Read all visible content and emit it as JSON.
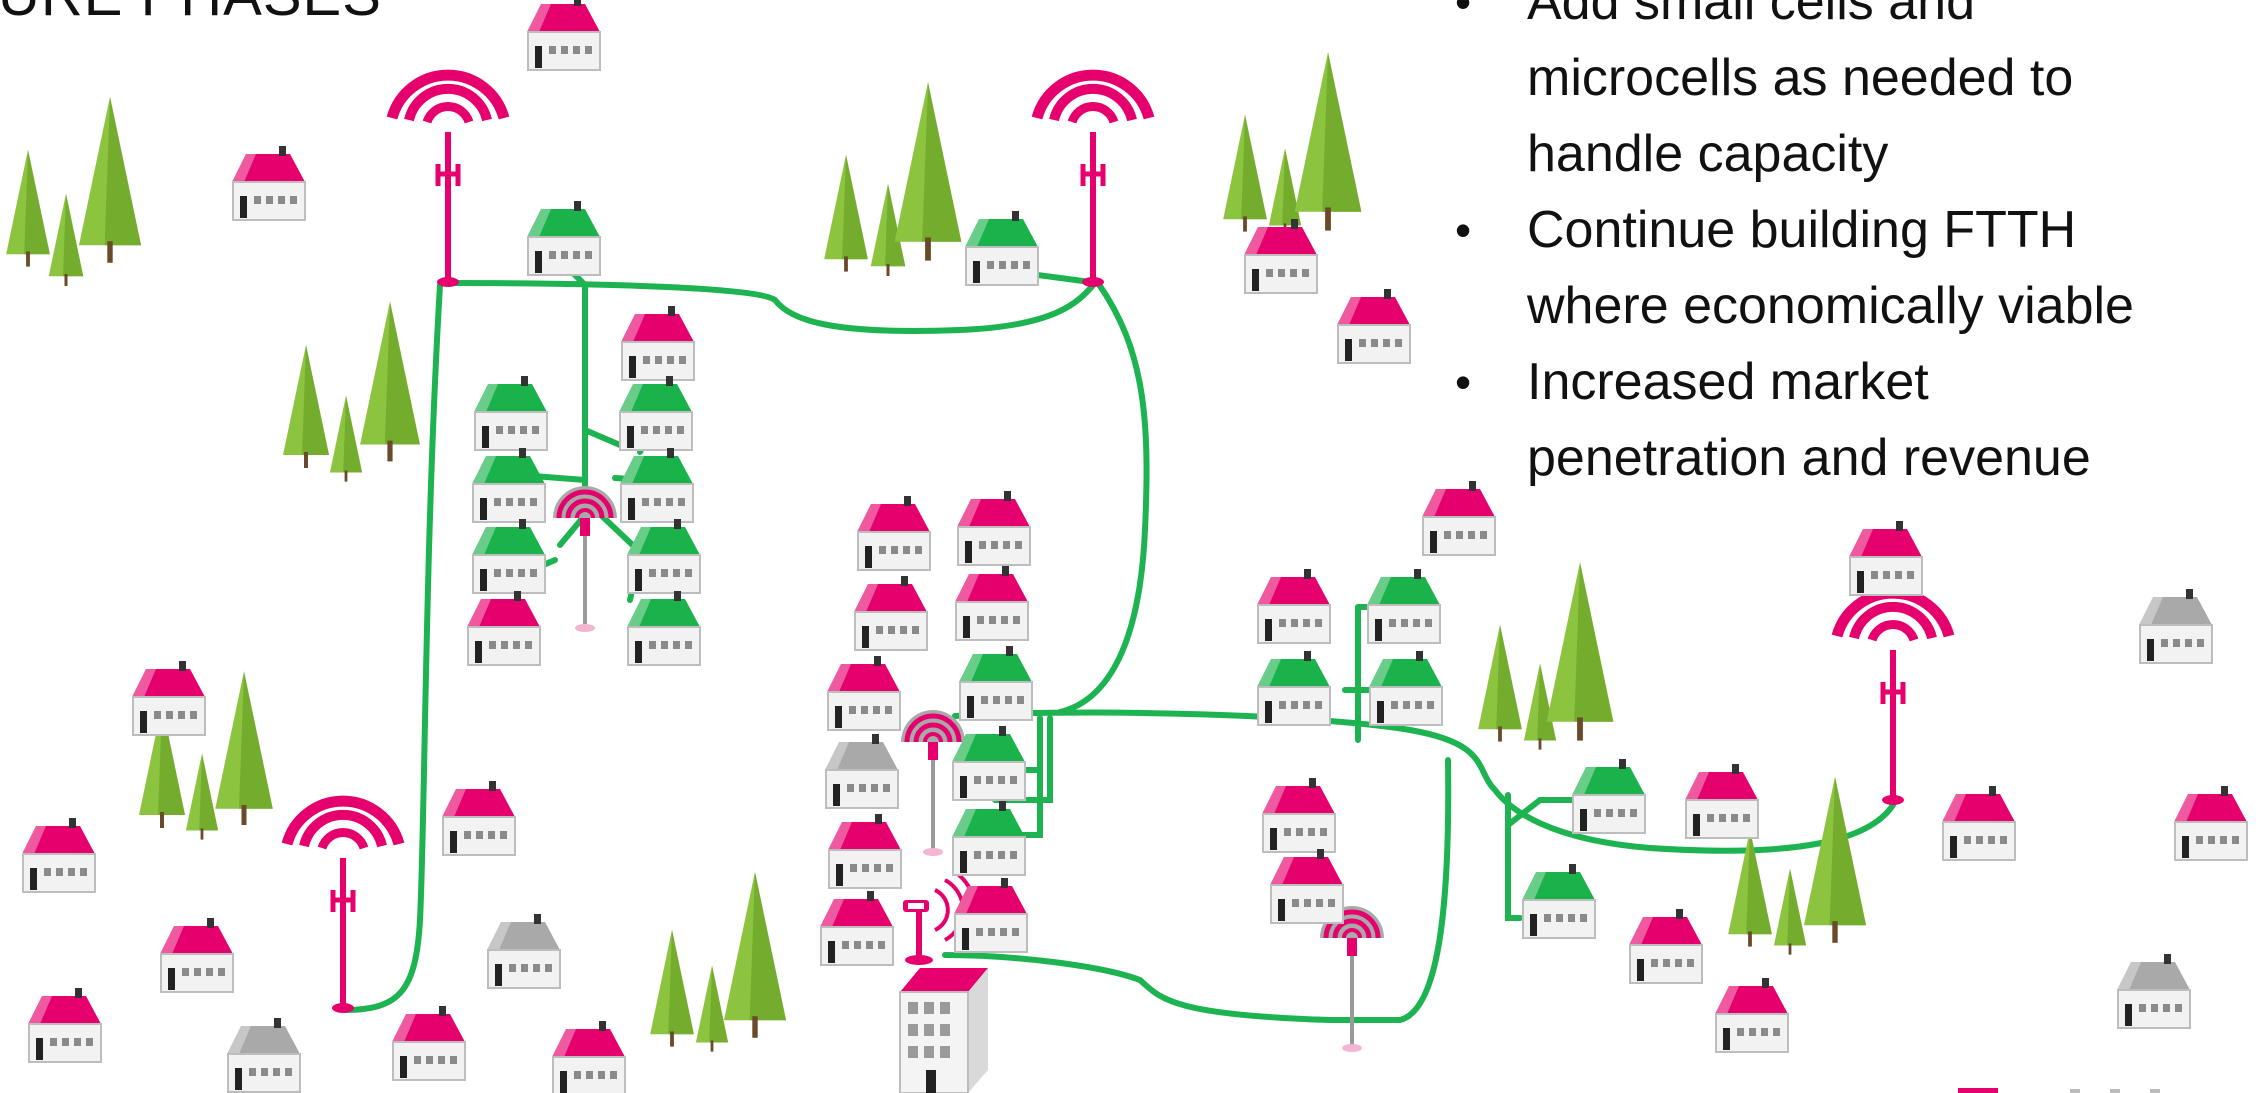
{
  "slide": {
    "title": "URE PHASES",
    "bullets": [
      "Add small cells and\nmicrocells as needed to\nhandle capacity",
      "Continue building FTTH\nwhere economically viable",
      "Increased market\npenetration and revenue"
    ],
    "bullet_glyph": "•"
  },
  "colors": {
    "fiber": "#1db350",
    "brand_magenta": "#e6006e",
    "connected_roof": "#19b24b",
    "inactive_roof": "#a9a9a9",
    "tree": "#8cc43f",
    "house_wall": "#eeeeee"
  },
  "legend_icons": {
    "macro_tower": "cell-tower-icon",
    "small_cell": "small-cell-icon",
    "microcell": "microcell-antenna-icon",
    "home_fiber": "green-roof-house-icon",
    "home_wireless": "magenta-roof-house-icon",
    "home_none": "gray-roof-house-icon",
    "tree": "tree-icon",
    "building": "apartment-building-icon"
  }
}
